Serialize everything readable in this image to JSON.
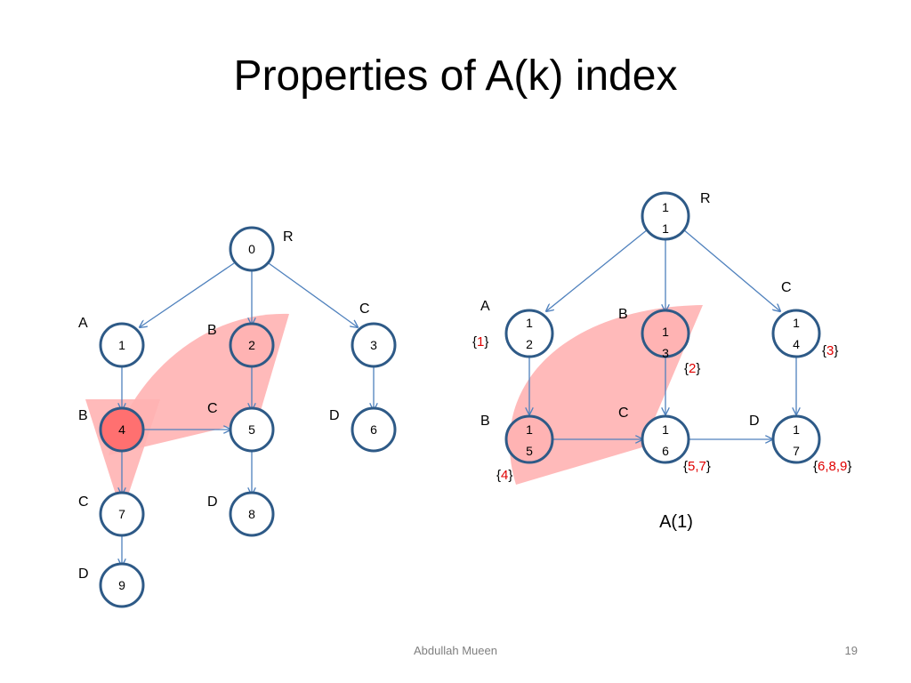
{
  "slide": {
    "title": "Properties of A(k) index",
    "author": "Abdullah Mueen",
    "page_number": "19"
  },
  "colors": {
    "node_stroke": "#2E5A87",
    "edge": "#4F81BD",
    "highlight_fill": "#FFB3B3",
    "highlight_node": "#FF7070",
    "set_red": "#E00000"
  },
  "left_graph": {
    "nodes": [
      {
        "id": "0",
        "label": "0",
        "type": "R"
      },
      {
        "id": "1",
        "label": "1",
        "type": "A"
      },
      {
        "id": "2",
        "label": "2",
        "type": "B"
      },
      {
        "id": "3",
        "label": "3",
        "type": "C"
      },
      {
        "id": "4",
        "label": "4",
        "type": "B"
      },
      {
        "id": "5",
        "label": "5",
        "type": "C"
      },
      {
        "id": "6",
        "label": "6",
        "type": "D"
      },
      {
        "id": "7",
        "label": "7",
        "type": "C"
      },
      {
        "id": "8",
        "label": "8",
        "type": "D"
      },
      {
        "id": "9",
        "label": "9",
        "type": "D"
      }
    ]
  },
  "right_graph": {
    "caption": "A(1)",
    "nodes": [
      {
        "id": "11",
        "line1": "1",
        "line2": "1",
        "type": "R",
        "set": ""
      },
      {
        "id": "12",
        "line1": "1",
        "line2": "2",
        "type": "A",
        "set": "1"
      },
      {
        "id": "13",
        "line1": "1",
        "line2": "3",
        "type": "B",
        "set": "2"
      },
      {
        "id": "14",
        "line1": "1",
        "line2": "4",
        "type": "C",
        "set": "3"
      },
      {
        "id": "15",
        "line1": "1",
        "line2": "5",
        "type": "B",
        "set": "4"
      },
      {
        "id": "16",
        "line1": "1",
        "line2": "6",
        "type": "C",
        "set": "5,7"
      },
      {
        "id": "17",
        "line1": "1",
        "line2": "7",
        "type": "D",
        "set": "6,8,9"
      }
    ]
  }
}
